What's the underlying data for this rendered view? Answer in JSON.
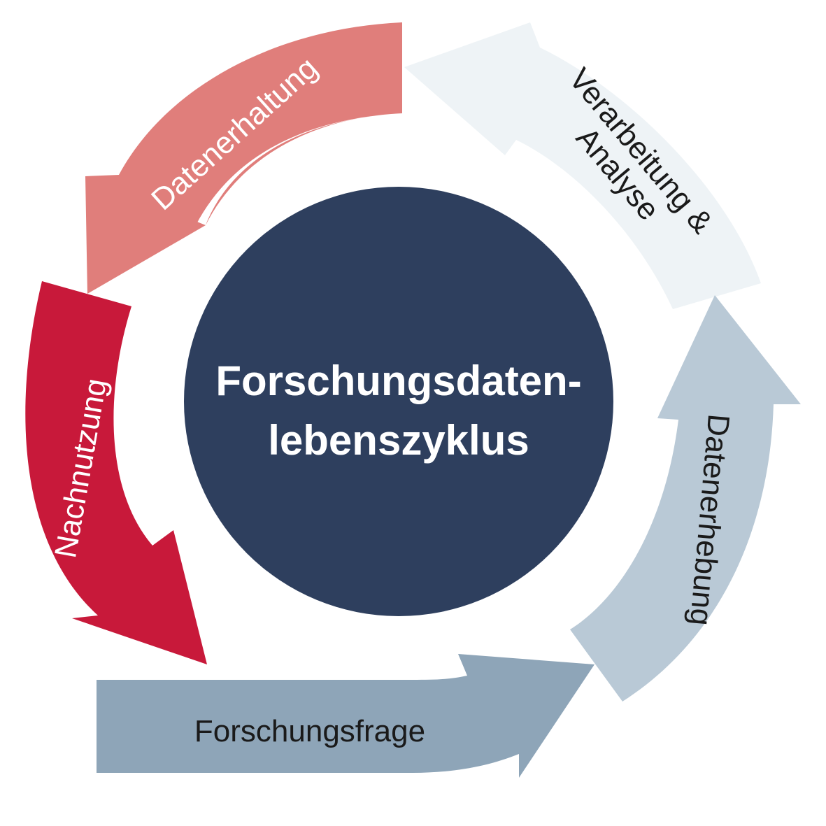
{
  "center": {
    "line1": "Forschungsdaten-",
    "line2": "lebenszyklus",
    "color": "#2e3f5e",
    "text_color": "#ffffff"
  },
  "segments": [
    {
      "id": "datenerhaltung",
      "label": "Datenerhaltung",
      "fill": "#e07e7b",
      "text_color": "#ffffff"
    },
    {
      "id": "verarbeitung",
      "label_line1": "Verarbeitung &",
      "label_line2": "Analyse",
      "fill": "#eef3f6",
      "text_color": "#1a1a1a"
    },
    {
      "id": "datenerhebung",
      "label": "Datenerhebung",
      "fill": "#b9c9d6",
      "text_color": "#1a1a1a"
    },
    {
      "id": "forschungsfrage",
      "label": "Forschungsfrage",
      "fill": "#8ea5b8",
      "text_color": "#1a1a1a"
    },
    {
      "id": "nachnutzung",
      "label": "Nachnutzung",
      "fill": "#c8193a",
      "text_color": "#ffffff"
    }
  ]
}
